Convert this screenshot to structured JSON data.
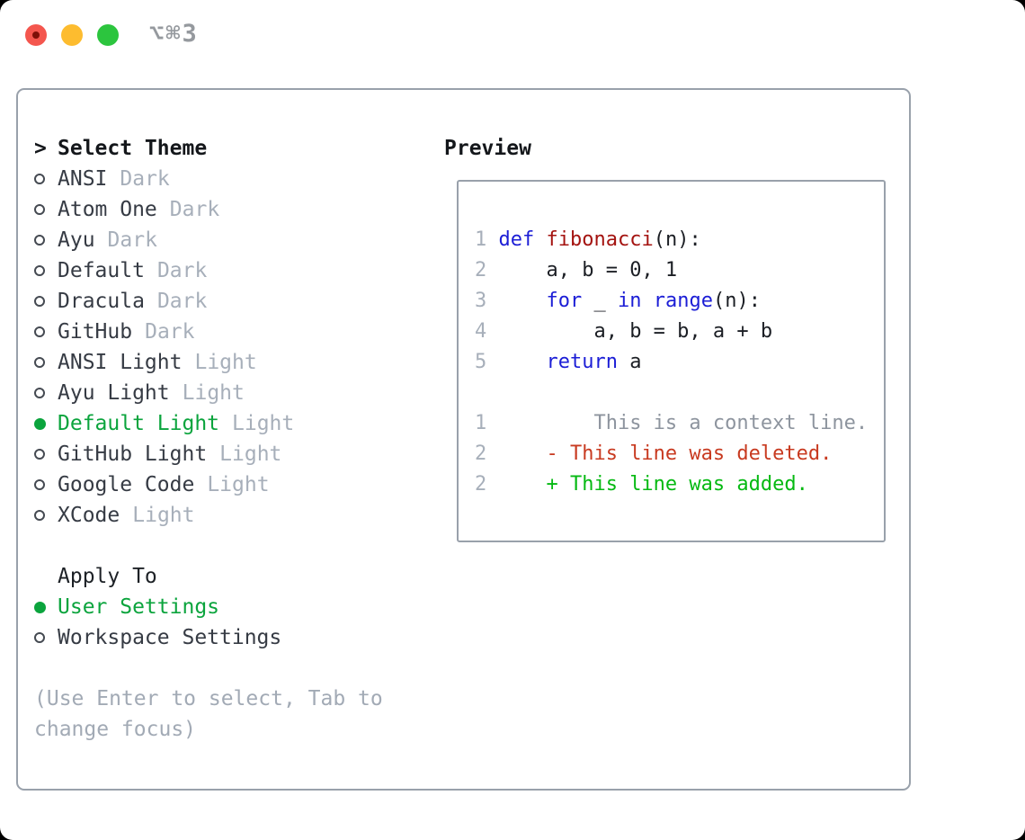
{
  "window": {
    "title": "⌥⌘3"
  },
  "colors": {
    "selected_green": "#0ba43d",
    "keyword_blue": "#1c1ed6",
    "function_red": "#a41310",
    "deleted_red": "#c83a20",
    "added_green": "#05b912",
    "muted_gray": "#a7afba",
    "border_gray": "#99a1ab"
  },
  "theme_picker": {
    "header_marker": ">",
    "header": "Select Theme",
    "themes": [
      {
        "name": "ANSI",
        "variant": "Dark",
        "selected": false
      },
      {
        "name": "Atom One",
        "variant": "Dark",
        "selected": false
      },
      {
        "name": "Ayu",
        "variant": "Dark",
        "selected": false
      },
      {
        "name": "Default",
        "variant": "Dark",
        "selected": false
      },
      {
        "name": "Dracula",
        "variant": "Dark",
        "selected": false
      },
      {
        "name": "GitHub",
        "variant": "Dark",
        "selected": false
      },
      {
        "name": "ANSI Light",
        "variant": "Light",
        "selected": false
      },
      {
        "name": "Ayu Light",
        "variant": "Light",
        "selected": false
      },
      {
        "name": "Default Light",
        "variant": "Light",
        "selected": true
      },
      {
        "name": "GitHub Light",
        "variant": "Light",
        "selected": false
      },
      {
        "name": "Google Code",
        "variant": "Light",
        "selected": false
      },
      {
        "name": "XCode",
        "variant": "Light",
        "selected": false
      }
    ],
    "apply_to": {
      "header": "Apply To",
      "options": [
        {
          "name": "User Settings",
          "selected": true
        },
        {
          "name": "Workspace Settings",
          "selected": false
        }
      ]
    },
    "hint_lines": [
      "(Use Enter to select, Tab to",
      "change focus)"
    ]
  },
  "preview": {
    "title": "Preview",
    "code_lines": [
      {
        "num": "1",
        "tokens": [
          [
            " ",
            "p"
          ],
          [
            "def",
            "k"
          ],
          [
            " ",
            "p"
          ],
          [
            "fibonacci",
            "f"
          ],
          [
            "(n):",
            "p"
          ]
        ]
      },
      {
        "num": "2",
        "tokens": [
          [
            "     a, b = 0, 1",
            "p"
          ]
        ]
      },
      {
        "num": "3",
        "tokens": [
          [
            "     ",
            "p"
          ],
          [
            "for",
            "k"
          ],
          [
            " _ ",
            "p"
          ],
          [
            "in",
            "k"
          ],
          [
            " ",
            "p"
          ],
          [
            "range",
            "k"
          ],
          [
            "(n):",
            "p"
          ]
        ]
      },
      {
        "num": "4",
        "tokens": [
          [
            "         a, b = b, a + b",
            "p"
          ]
        ]
      },
      {
        "num": "5",
        "tokens": [
          [
            "     ",
            "p"
          ],
          [
            "return",
            "k"
          ],
          [
            " a",
            "p"
          ]
        ]
      },
      {
        "num": "",
        "tokens": []
      },
      {
        "num": "1",
        "tokens": [
          [
            "         This is a context line.",
            "c"
          ]
        ]
      },
      {
        "num": "2",
        "tokens": [
          [
            "     - This line was deleted.",
            "d"
          ]
        ]
      },
      {
        "num": "2",
        "tokens": [
          [
            "     + This line was added.",
            "a"
          ]
        ]
      }
    ]
  }
}
